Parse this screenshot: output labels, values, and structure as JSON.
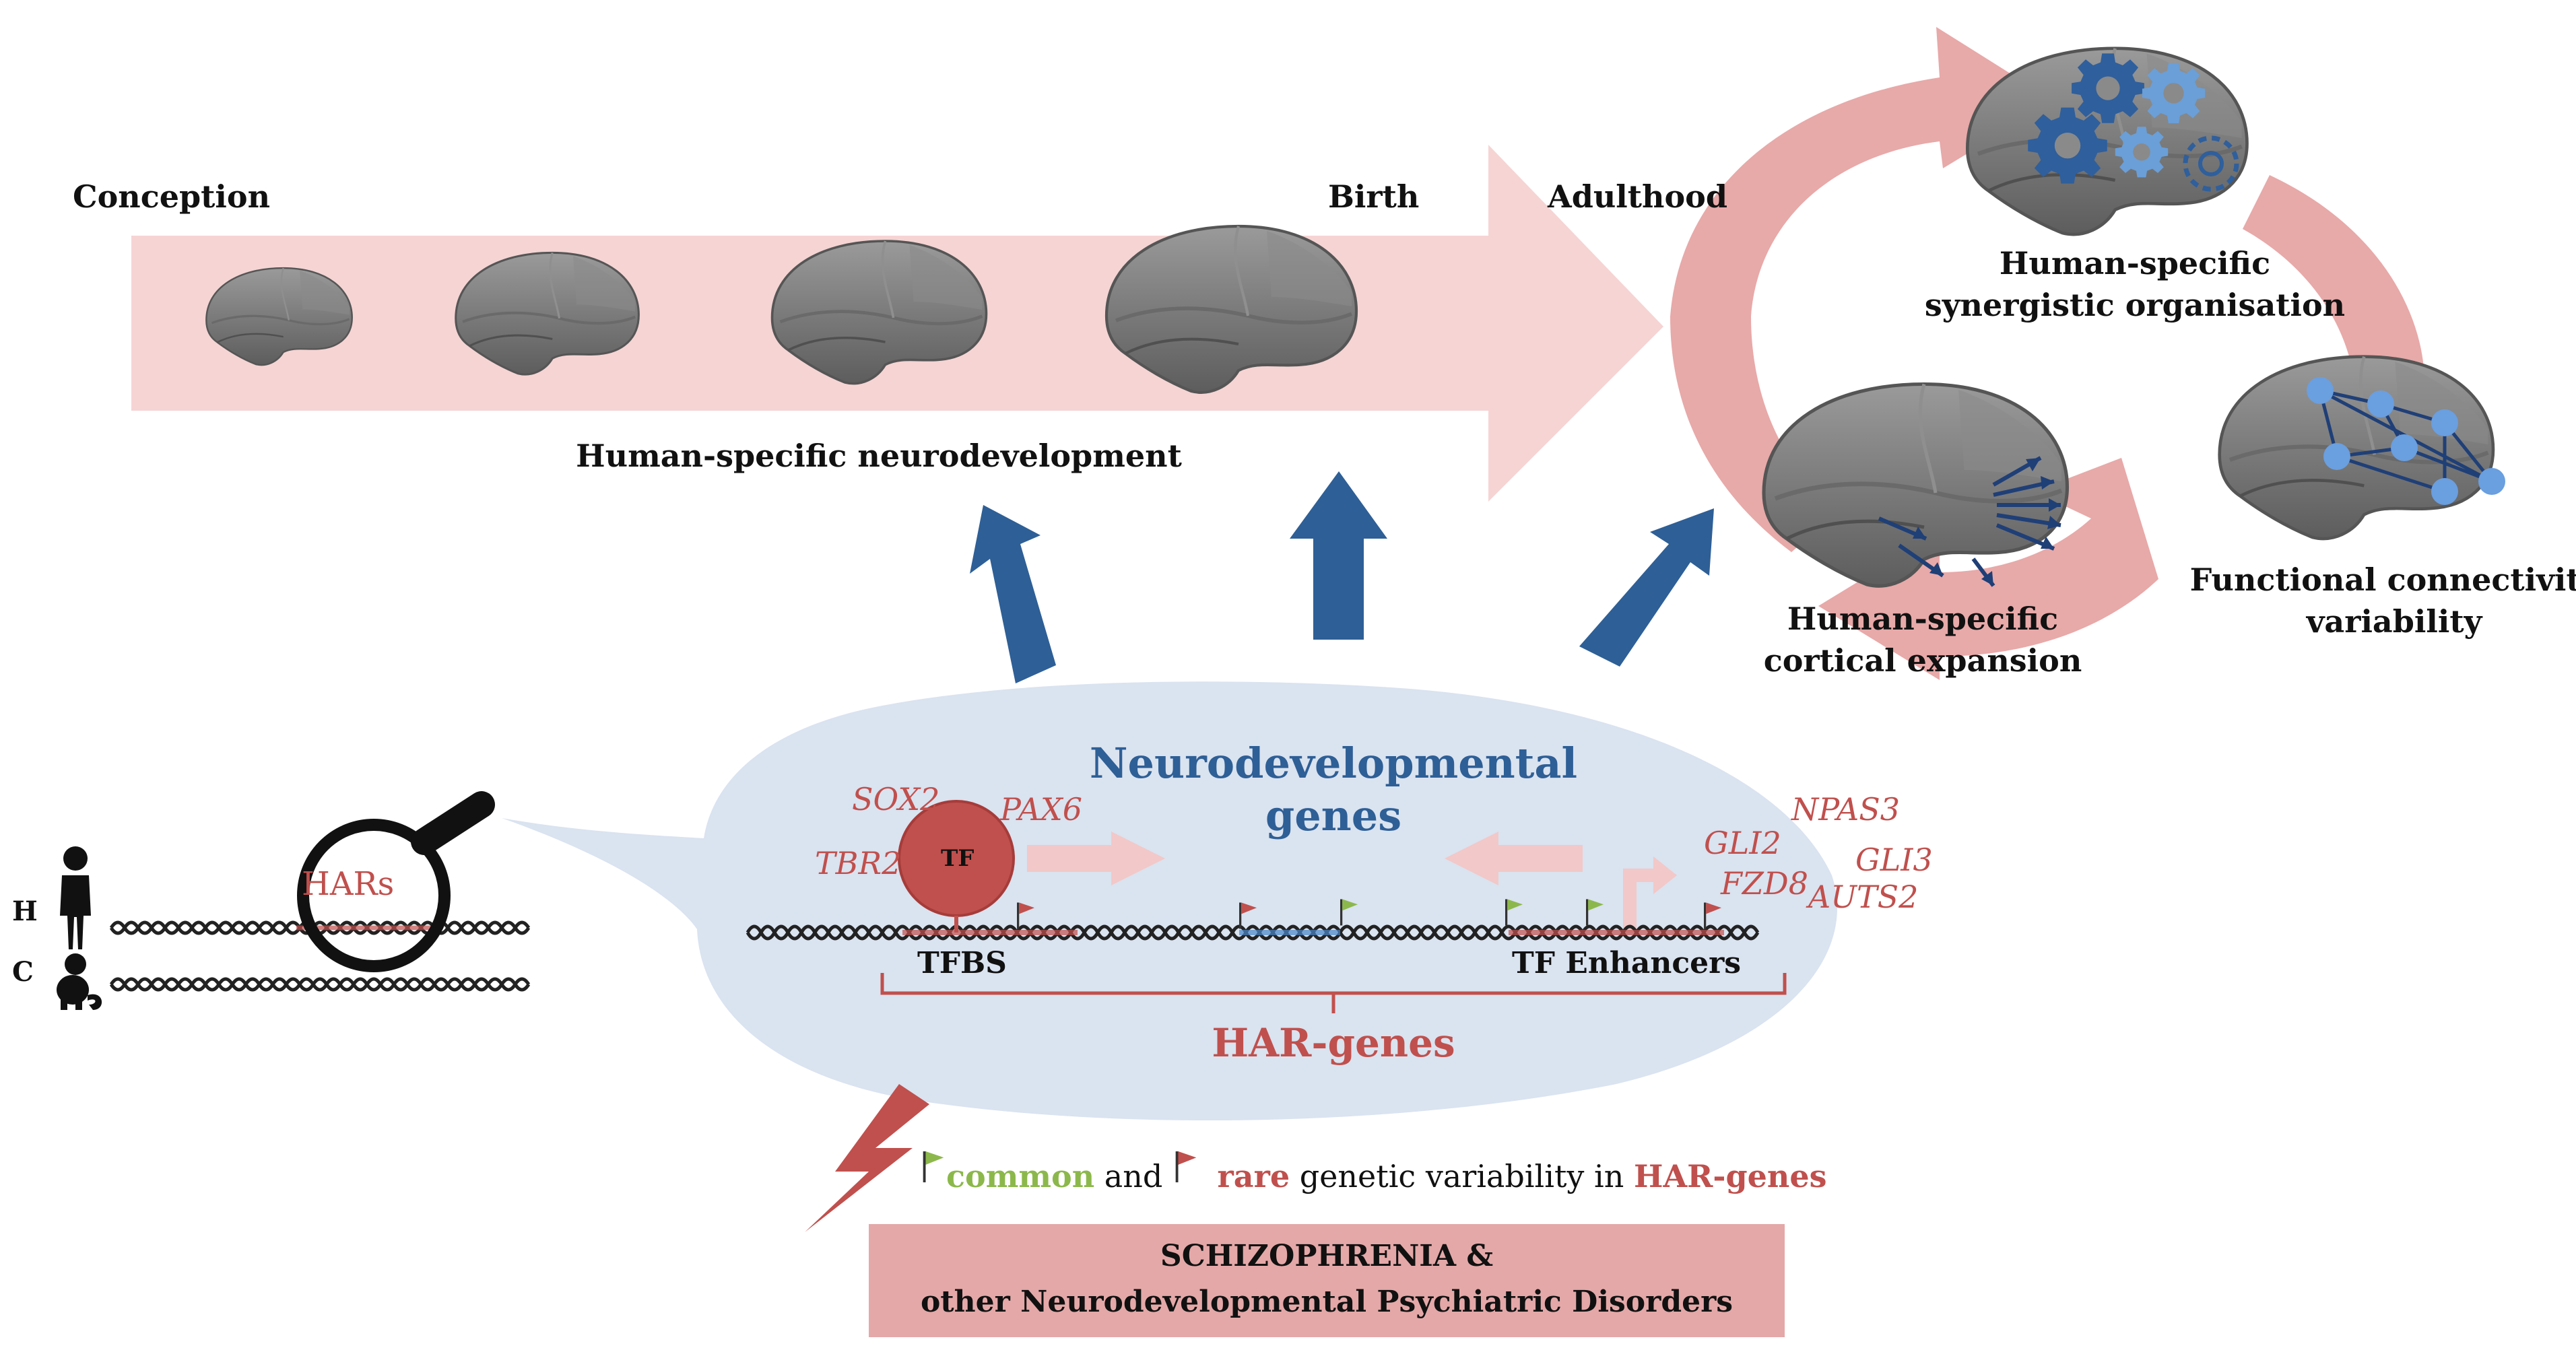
{
  "timeline": {
    "conception": "Conception",
    "birth": "Birth",
    "adulthood": "Adulthood",
    "caption": "Human-specific neurodevelopment"
  },
  "cycle": {
    "synergy": "Human-specific\nsynergistic organisation",
    "connectivity": "Functional connectivity\nvariability",
    "expansion": "Human-specific\ncortical expansion"
  },
  "species": {
    "human_label": "H",
    "chimp_label": "C",
    "hars_label": "HARs"
  },
  "bubble": {
    "title": "Neurodevelopmental\ngenes",
    "tf_label": "TF",
    "tfbs_label": "TFBS",
    "enhancers_label": "TF Enhancers",
    "har_genes_label": "HAR-genes",
    "genes_left": [
      "SOX2",
      "PAX6",
      "TBR2"
    ],
    "genes_right": [
      "GLI2",
      "NPAS3",
      "GLI3",
      "FZD8",
      "AUTS2"
    ]
  },
  "variability": {
    "common": "common",
    "and": "and",
    "rare": "rare",
    "rest": "genetic variability",
    "in": "in",
    "har_genes": "HAR-genes"
  },
  "disorder_box": {
    "line1": "SCHIZOPHRENIA &",
    "line2": "other Neurodevelopmental Psychiatric Disorders"
  },
  "colors": {
    "pink_arrow": "#f6d4d4",
    "cycle_arrow": "#e8a9a9",
    "bubble": "#dae3f0",
    "brain": "#7f7f7f",
    "navy_arrow": "#2e5f96",
    "har_red": "#c0504d",
    "common_green": "#8cb84b",
    "box_fill": "#e4a8a8"
  },
  "icons": [
    "human-icon",
    "monkey-icon",
    "magnifier-icon",
    "gear-icon",
    "lightning-icon",
    "flag-icon",
    "brain-icon"
  ]
}
